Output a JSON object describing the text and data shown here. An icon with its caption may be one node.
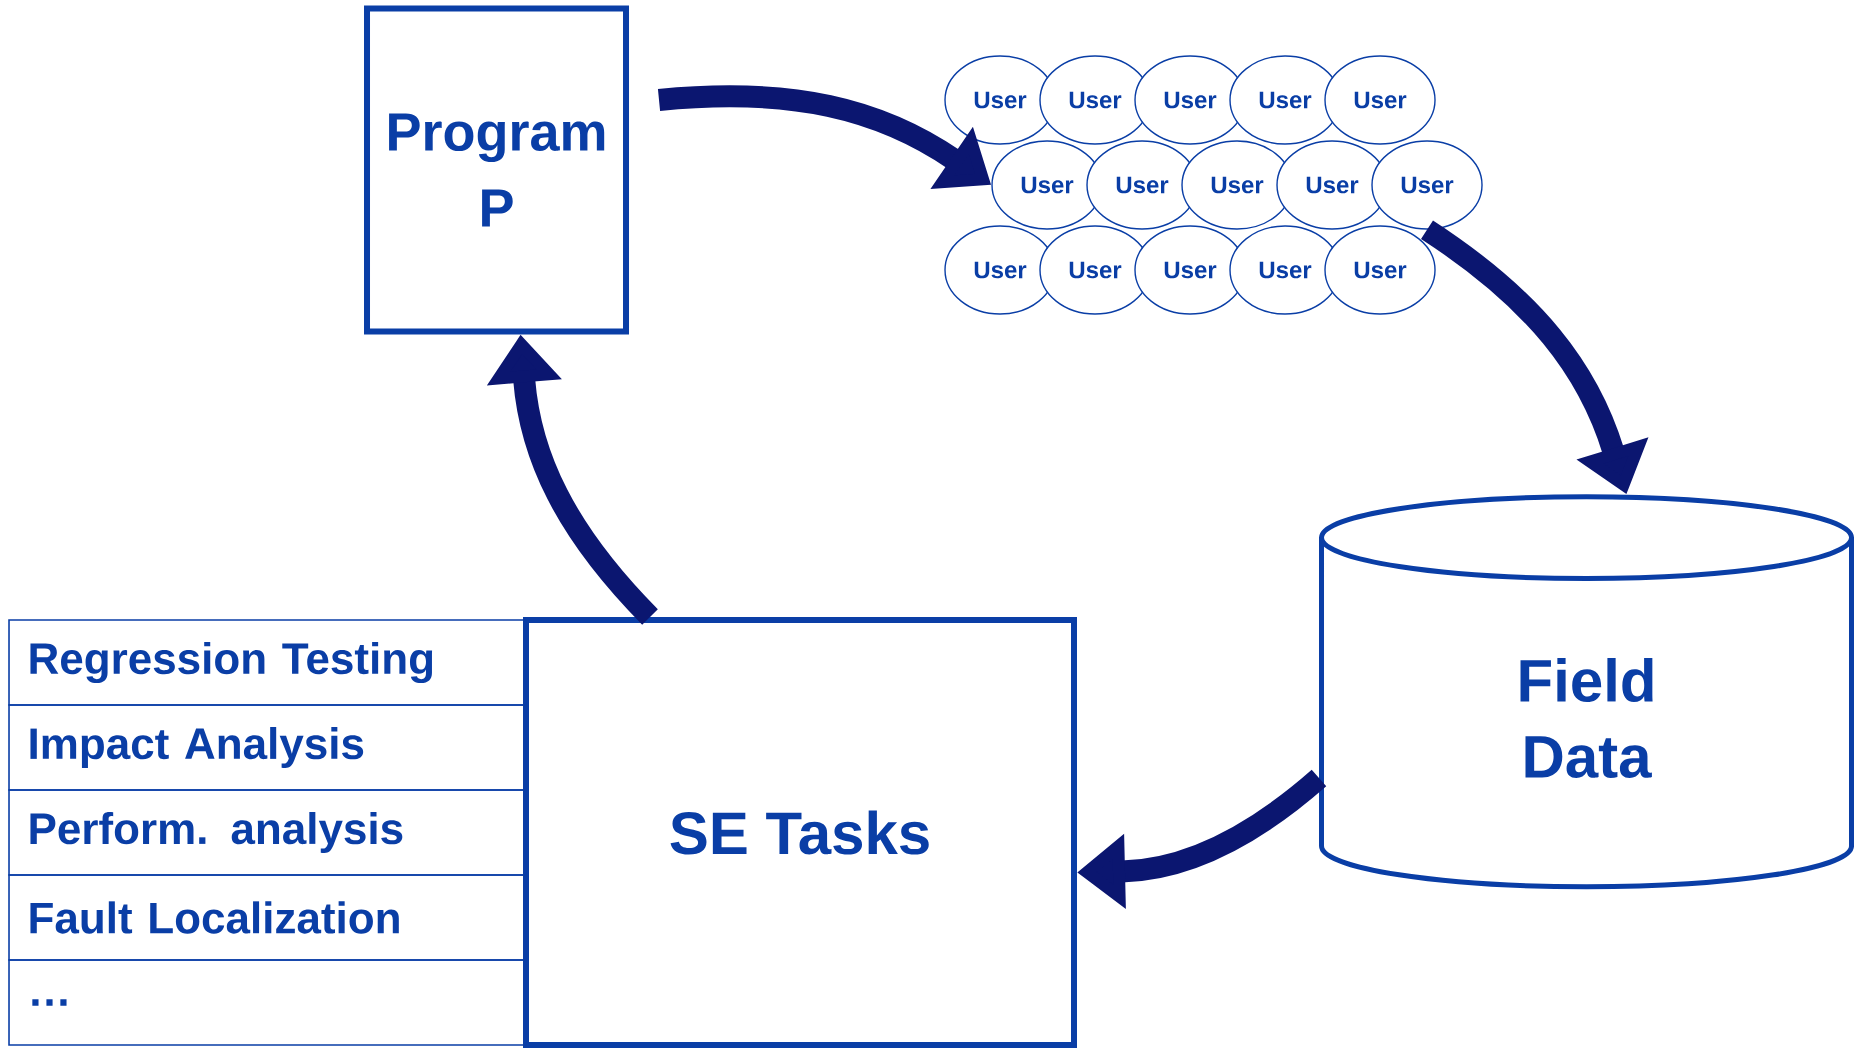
{
  "diagram": {
    "nodes": [
      {
        "text": [
          "Program P"
        ]
      },
      {
        "text": [
          "User"
        ]
      },
      {
        "text": [
          "User"
        ]
      },
      {
        "text": [
          "User"
        ]
      },
      {
        "text": [
          "User"
        ]
      },
      {
        "text": [
          "User"
        ]
      },
      {
        "text": [
          "User"
        ]
      },
      {
        "text": [
          "User"
        ]
      },
      {
        "text": [
          "User"
        ]
      },
      {
        "text": [
          "User"
        ]
      },
      {
        "text": [
          "User"
        ]
      },
      {
        "text": [
          "User"
        ]
      },
      {
        "text": [
          "User"
        ]
      },
      {
        "text": [
          "User"
        ]
      },
      {
        "text": [
          "User"
        ]
      },
      {
        "text": [
          "User"
        ]
      },
      {
        "text": [
          "Field Data"
        ]
      },
      {
        "text": [
          "SE Tasks"
        ]
      },
      {
        "text": [
          "Regression Testing"
        ]
      },
      {
        "text": [
          "Impact Analysis"
        ]
      },
      {
        "text": [
          "Perform. analysis"
        ]
      },
      {
        "text": [
          "Fault Localization"
        ]
      },
      {
        "text": [
          "…"
        ]
      }
    ],
    "edges": [
      {
        "from": 0,
        "to": 6,
        "arrow": "to"
      },
      {
        "from": 10,
        "to": 16,
        "arrow": "to"
      },
      {
        "from": 16,
        "to": 17,
        "arrow": "to"
      },
      {
        "from": 17,
        "to": 0,
        "arrow": "to"
      }
    ]
  }
}
